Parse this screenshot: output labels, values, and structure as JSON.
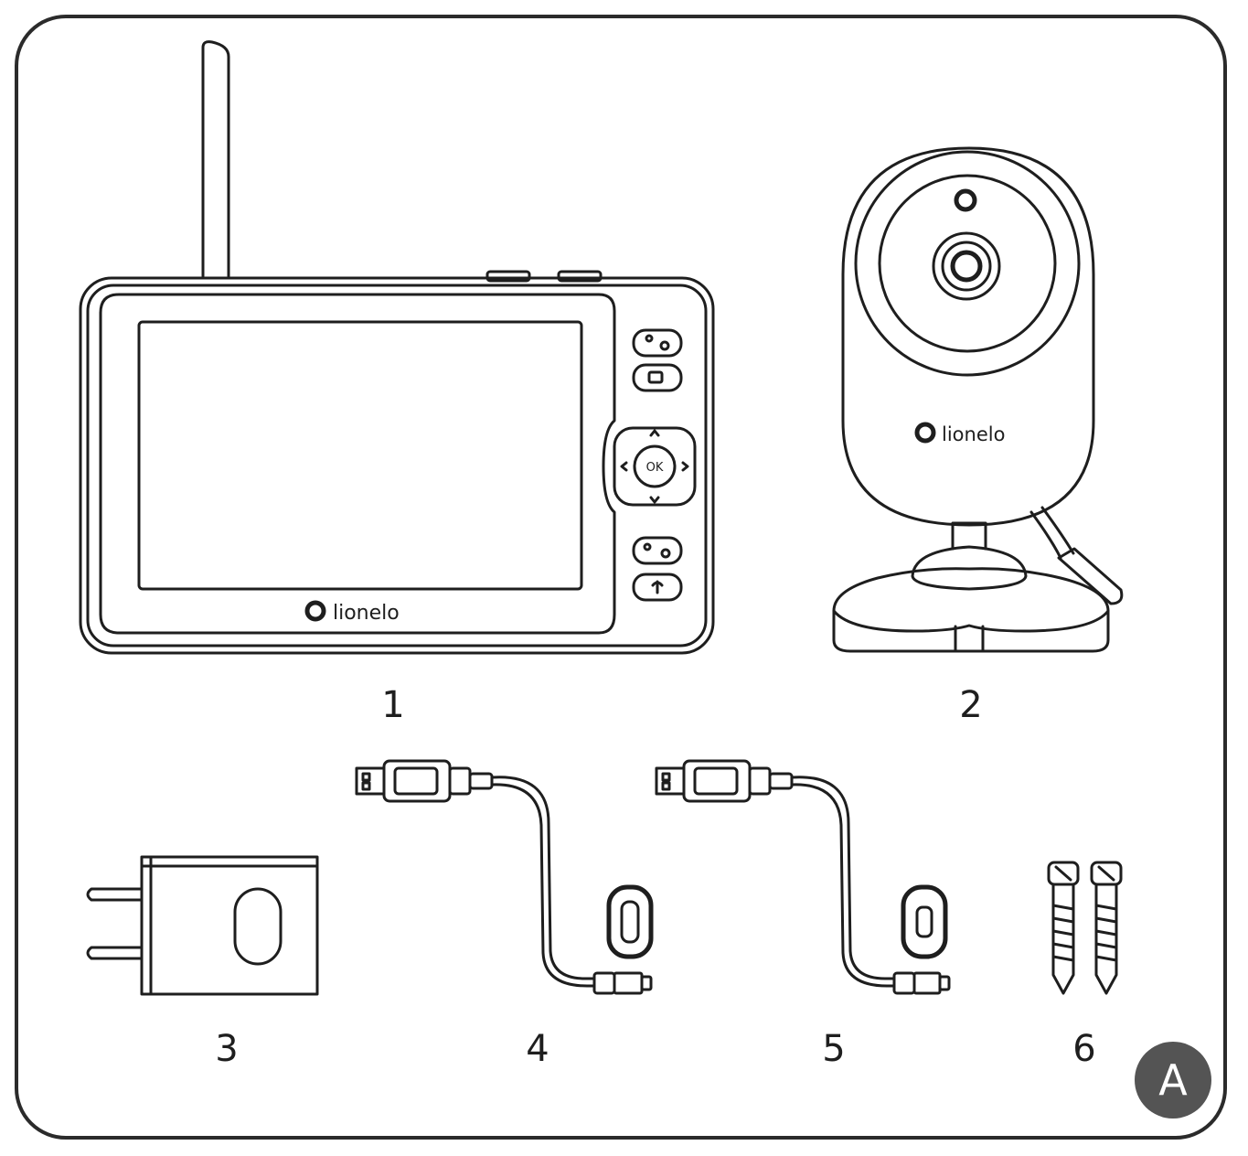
{
  "brand": "lionelo",
  "badge": "A",
  "items": [
    {
      "number": "1",
      "icon": "baby-monitor-parent-unit-icon"
    },
    {
      "number": "2",
      "icon": "baby-monitor-camera-icon"
    },
    {
      "number": "3",
      "icon": "power-adapter-icon"
    },
    {
      "number": "4",
      "icon": "usb-c-cable-icon"
    },
    {
      "number": "5",
      "icon": "micro-usb-cable-icon"
    },
    {
      "number": "6",
      "icon": "wall-anchors-icon"
    }
  ],
  "colors": {
    "line": "#1e1e1e",
    "frame": "#2b2b2b",
    "badge": "#545454"
  }
}
